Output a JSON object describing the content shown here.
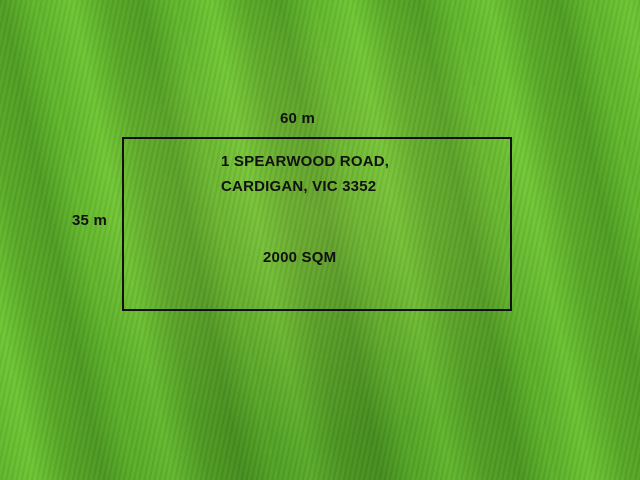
{
  "dimensions": {
    "width": "60 m",
    "depth": "35 m"
  },
  "address": {
    "line1": "1 SPEARWOOD ROAD,",
    "line2": "CARDIGAN, VIC 3352"
  },
  "area": "2000 SQM",
  "colors": {
    "grass": "#5fb52a",
    "outline": "#111111",
    "text": "#111111"
  }
}
